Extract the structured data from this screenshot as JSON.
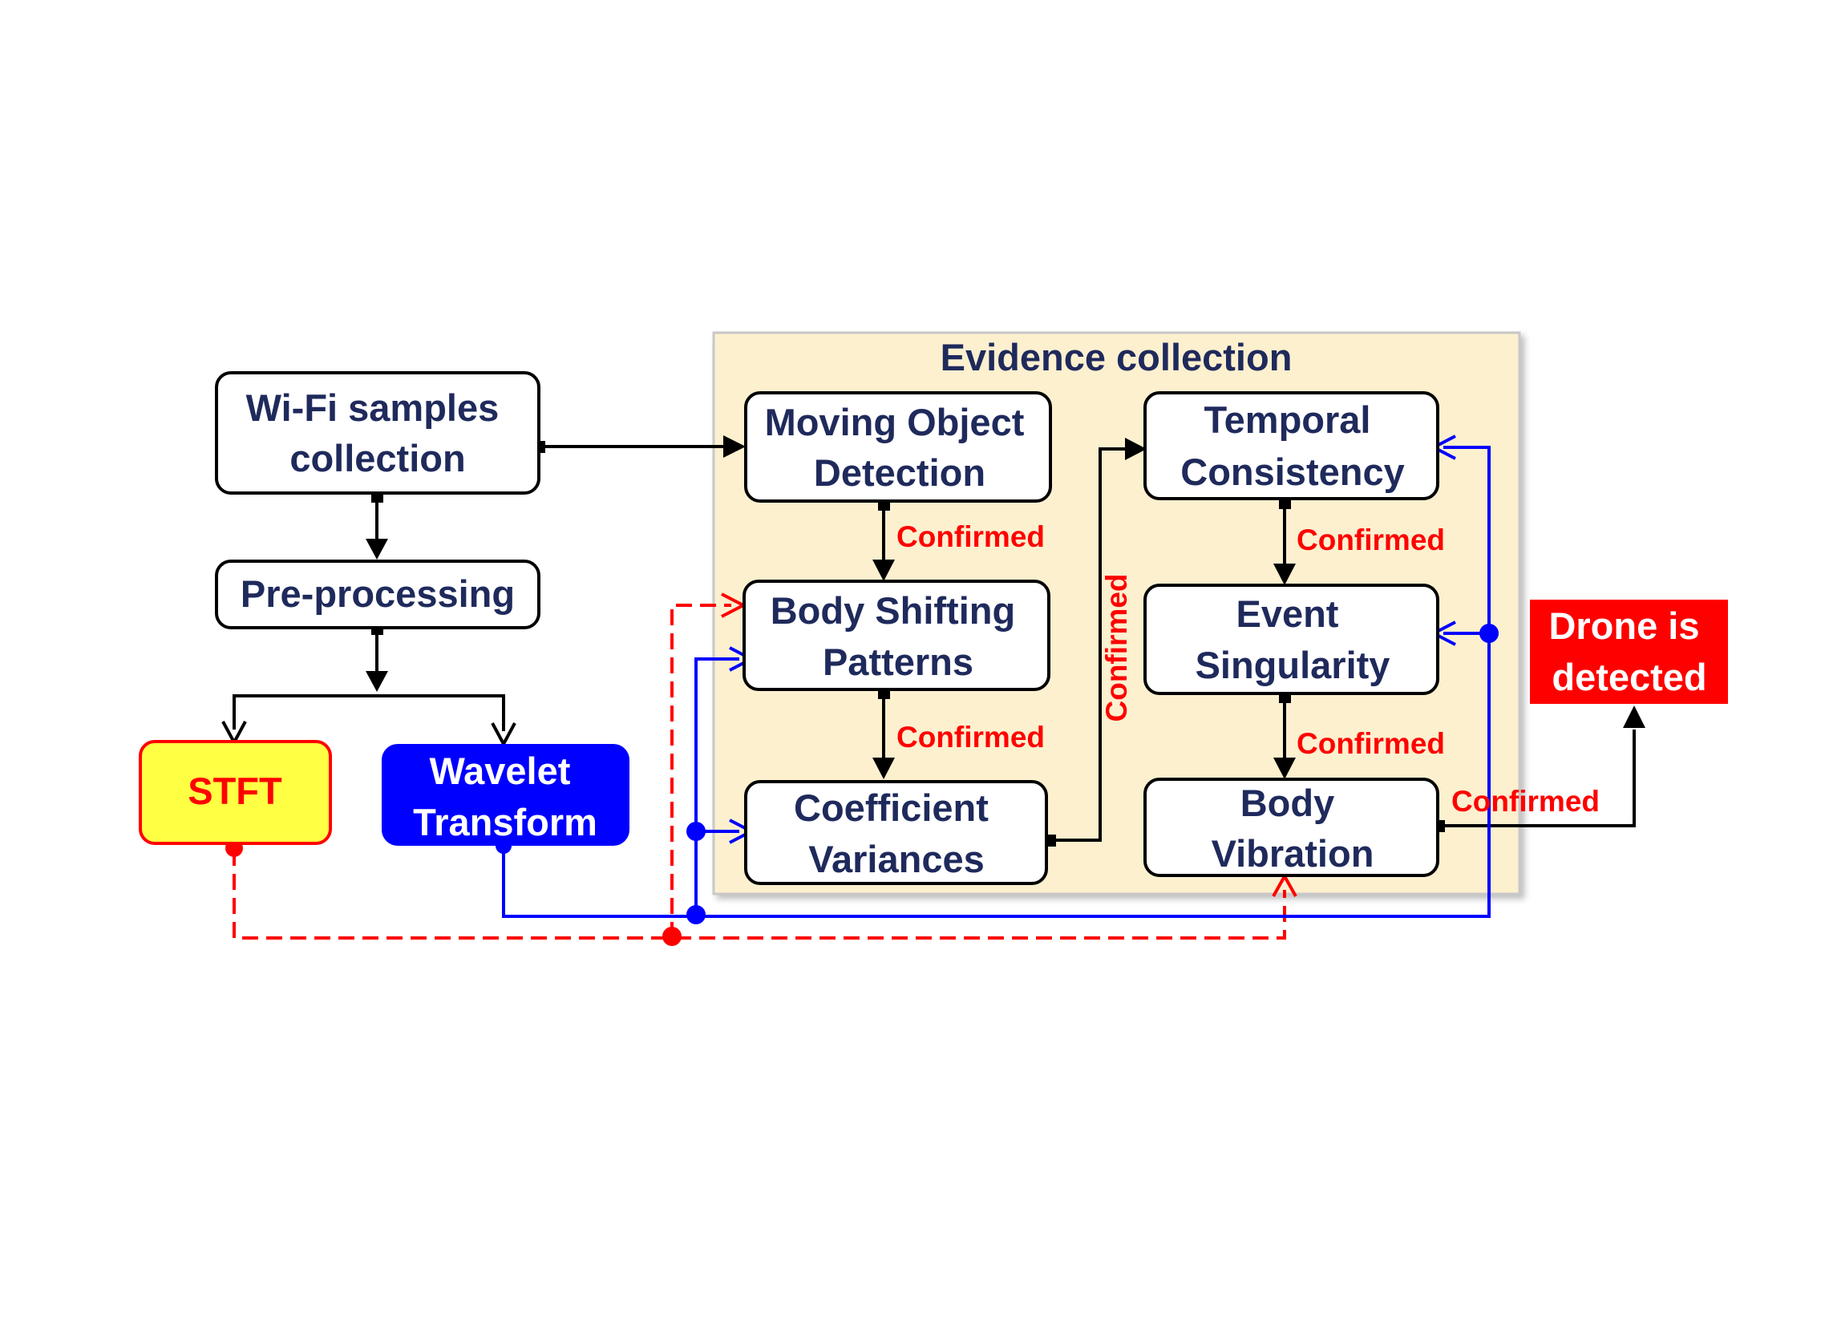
{
  "group": {
    "title": "Evidence collection"
  },
  "nodes": {
    "wifi": [
      "Wi-Fi samples",
      "collection"
    ],
    "preprocessing": [
      "Pre-processing"
    ],
    "stft": [
      "STFT"
    ],
    "wavelet": [
      "Wavelet",
      "Transform"
    ],
    "moving": [
      "Moving Object",
      "Detection"
    ],
    "body_shifting": [
      "Body Shifting",
      "Patterns"
    ],
    "coefficient": [
      "Coefficient",
      "Variances"
    ],
    "temporal": [
      "Temporal",
      "Consistency"
    ],
    "event": [
      "Event",
      "Singularity"
    ],
    "vibration": [
      "Body",
      "Vibration"
    ],
    "drone": [
      "Drone is",
      "detected"
    ]
  },
  "labels": {
    "confirmed_1": "Confirmed",
    "confirmed_2": "Confirmed",
    "confirmed_vertical": "Confirmed",
    "confirmed_3": "Confirmed",
    "confirmed_4": "Confirmed",
    "confirmed_5": "Confirmed"
  },
  "colors": {
    "node_text": "#1f2a5c",
    "evidence_fill": "#fdf0cf",
    "stft_fill": "#ffff44",
    "stft_text": "#ff0000",
    "wavelet_fill": "#0000ff",
    "drone_fill": "#ff0000",
    "confirmed": "#ff0000",
    "stft_path": "#ff0000",
    "wavelet_path": "#0000ff"
  }
}
